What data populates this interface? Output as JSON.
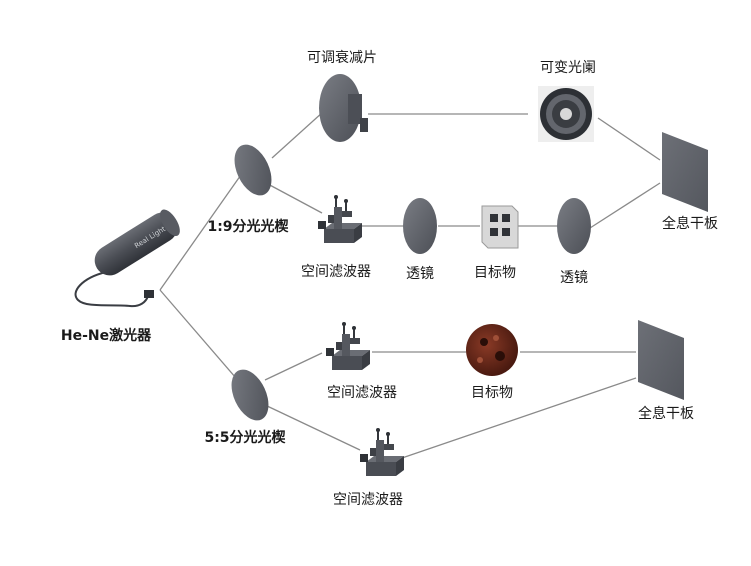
{
  "labels": {
    "laser": "He-Ne激光器",
    "splitter_19": "1:9分光光楔",
    "splitter_55": "5:5分光光楔",
    "attenuator": "可调衰减片",
    "iris": "可变光阑",
    "plate_top": "全息干板",
    "plate_bottom": "全息干板",
    "spatial_filter_top": "空间滤波器",
    "spatial_filter_mid": "空间滤波器",
    "spatial_filter_bottom": "空间滤波器",
    "lens_1": "透镜",
    "lens_2": "透镜",
    "object_top": "目标物",
    "object_bottom": "目标物",
    "laser_brand": "Real Light"
  },
  "colors": {
    "component": "#5c5f66",
    "component_dark": "#3f4248",
    "beam": "#888888",
    "object_brown": "#6b2a1c"
  }
}
